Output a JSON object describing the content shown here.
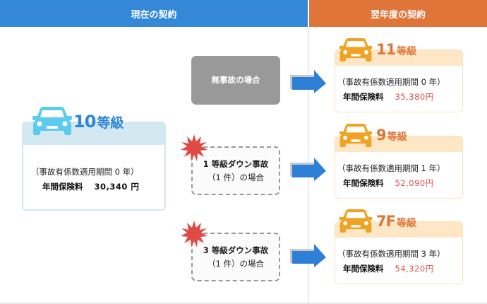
{
  "headers": {
    "current": "現在の契約",
    "next": "翌年度の契約"
  },
  "current_contract": {
    "icon": "car-icon",
    "grade_number": "10",
    "grade_unit": "等級",
    "period_text": "（事故有係数適用期間 0 年）",
    "premium_label": "年間保険料",
    "premium_value": "30,340 円"
  },
  "scenarios": [
    {
      "type": "no-accident",
      "line1": "無事故の場合",
      "line2": ""
    },
    {
      "type": "1-grade-down",
      "line1": "1 等級ダウン事故",
      "line2": "（1 件）の場合",
      "icon": "burst-icon"
    },
    {
      "type": "3-grade-down",
      "line1": "3 等級ダウン事故",
      "line2": "（1 件）の場合",
      "icon": "burst-icon"
    }
  ],
  "next_contracts": [
    {
      "grade_number": "11",
      "grade_unit": "等級",
      "period_text": "（事故有係数適用期間 0 年）",
      "premium_label": "年間保険料",
      "premium_value": "35,380円"
    },
    {
      "grade_number": "9",
      "grade_unit": "等級",
      "period_text": "（事故有係数適用期間 1 年）",
      "premium_label": "年間保険料",
      "premium_value": "52,090円"
    },
    {
      "grade_number": "7F",
      "grade_unit": "等級",
      "period_text": "（事故有係数適用期間 3 年）",
      "premium_label": "年間保険料",
      "premium_value": "54,320円"
    }
  ],
  "colors": {
    "current_header": "#3587d8",
    "next_header": "#e0753a",
    "current_car": "#5ccbef",
    "next_car": "#f0a323",
    "arrow": "#2e7fd6",
    "burst": "#e04a44",
    "premium_highlight": "#e0504a"
  }
}
